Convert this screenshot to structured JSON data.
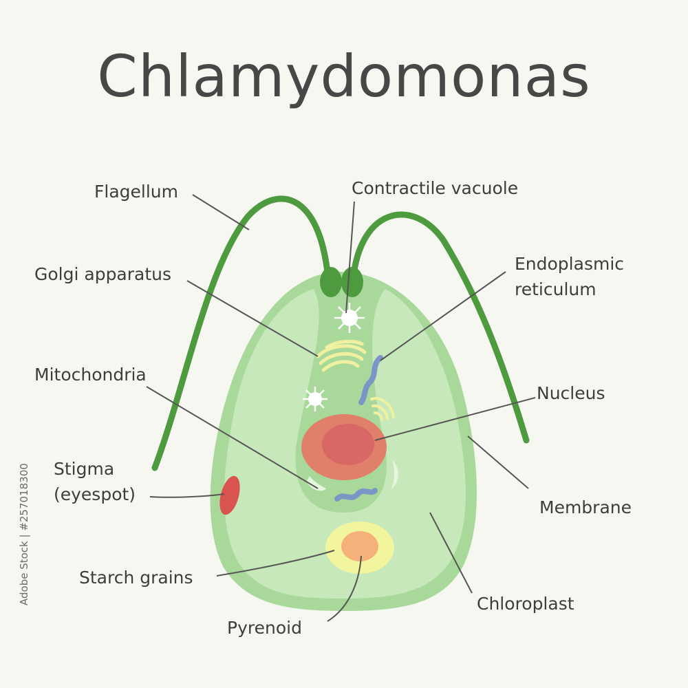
{
  "title": "Chlamydomonas",
  "labels": {
    "flagellum": "Flagellum",
    "contractile_vacuole": "Contractile vacuole",
    "golgi_apparatus": "Golgi apparatus",
    "endoplasmic_reticulum_line1": "Endoplasmic",
    "endoplasmic_reticulum_line2": "reticulum",
    "mitochondria": "Mitochondria",
    "nucleus": "Nucleus",
    "stigma_line1": "Stigma",
    "stigma_line2": "(eyespot)",
    "membrane": "Membrane",
    "starch_grains": "Starch grains",
    "chloroplast": "Chloroplast",
    "pyrenoid": "Pyrenoid"
  },
  "watermark_id": "Adobe Stock | #257018300",
  "colors": {
    "background": "#f7f7f2",
    "flagellum": "#4e9a3f",
    "cell_body": "#a8d99a",
    "chloroplast": "#c6e8ba",
    "cytoplasm": "#a8d99a",
    "nucleus": "#e0806a",
    "nucleolus": "#d86766",
    "stigma": "#d9534f",
    "starch": "#f3f59e",
    "pyrenoid": "#f4b27a",
    "golgi": "#f0f0a0",
    "er": "#7b95c6",
    "leader_line": "#555555"
  }
}
